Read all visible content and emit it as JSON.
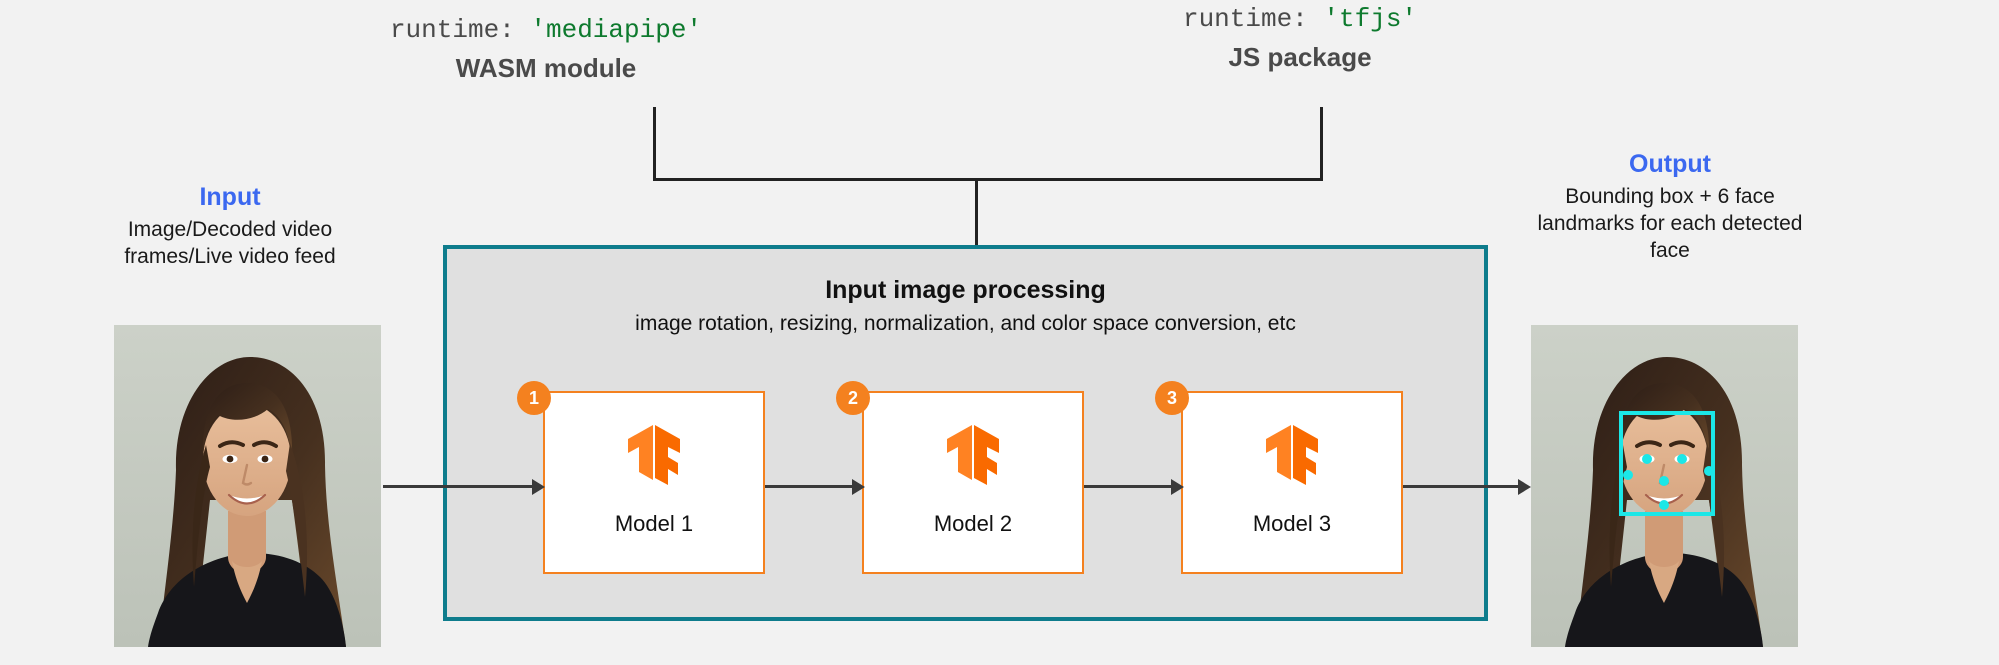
{
  "page": {
    "background_color": "#F2F2F2"
  },
  "runtimes": [
    {
      "code_prefix": "runtime: ",
      "code_value": "'mediapipe'",
      "subtitle": "WASM module",
      "value_color": "#0E7A2E"
    },
    {
      "code_prefix": "runtime: ",
      "code_value": "'tfjs'",
      "subtitle": "JS package",
      "value_color": "#0E7A2E"
    }
  ],
  "input": {
    "title": "Input",
    "title_color": "#3B68F0",
    "description": "Image/Decoded video frames/Live video feed",
    "photo_alt": "photo-of-smiling-woman"
  },
  "output": {
    "title": "Output",
    "title_color": "#3B68F0",
    "description": "Bounding box + 6 face landmarks for each detected face",
    "photo_alt": "photo-of-smiling-woman-with-face-detection-overlay",
    "overlay_color": "#1BE7E7",
    "landmark_count": 6
  },
  "processing": {
    "heading": "Input image processing",
    "subheading": "image rotation, resizing, normalization, and color space conversion, etc",
    "border_color": "#0E7C8C",
    "background_color": "#E0E0E0"
  },
  "models": [
    {
      "badge": "1",
      "caption": "Model 1",
      "logo": "tensorflow-logo"
    },
    {
      "badge": "2",
      "caption": "Model 2",
      "logo": "tensorflow-logo"
    },
    {
      "badge": "3",
      "caption": "Model 3",
      "logo": "tensorflow-logo"
    }
  ],
  "colors": {
    "accent_orange": "#F4811F",
    "teal": "#0E7C8C",
    "blue": "#3B68F0",
    "arrow": "#3A3A3A"
  }
}
